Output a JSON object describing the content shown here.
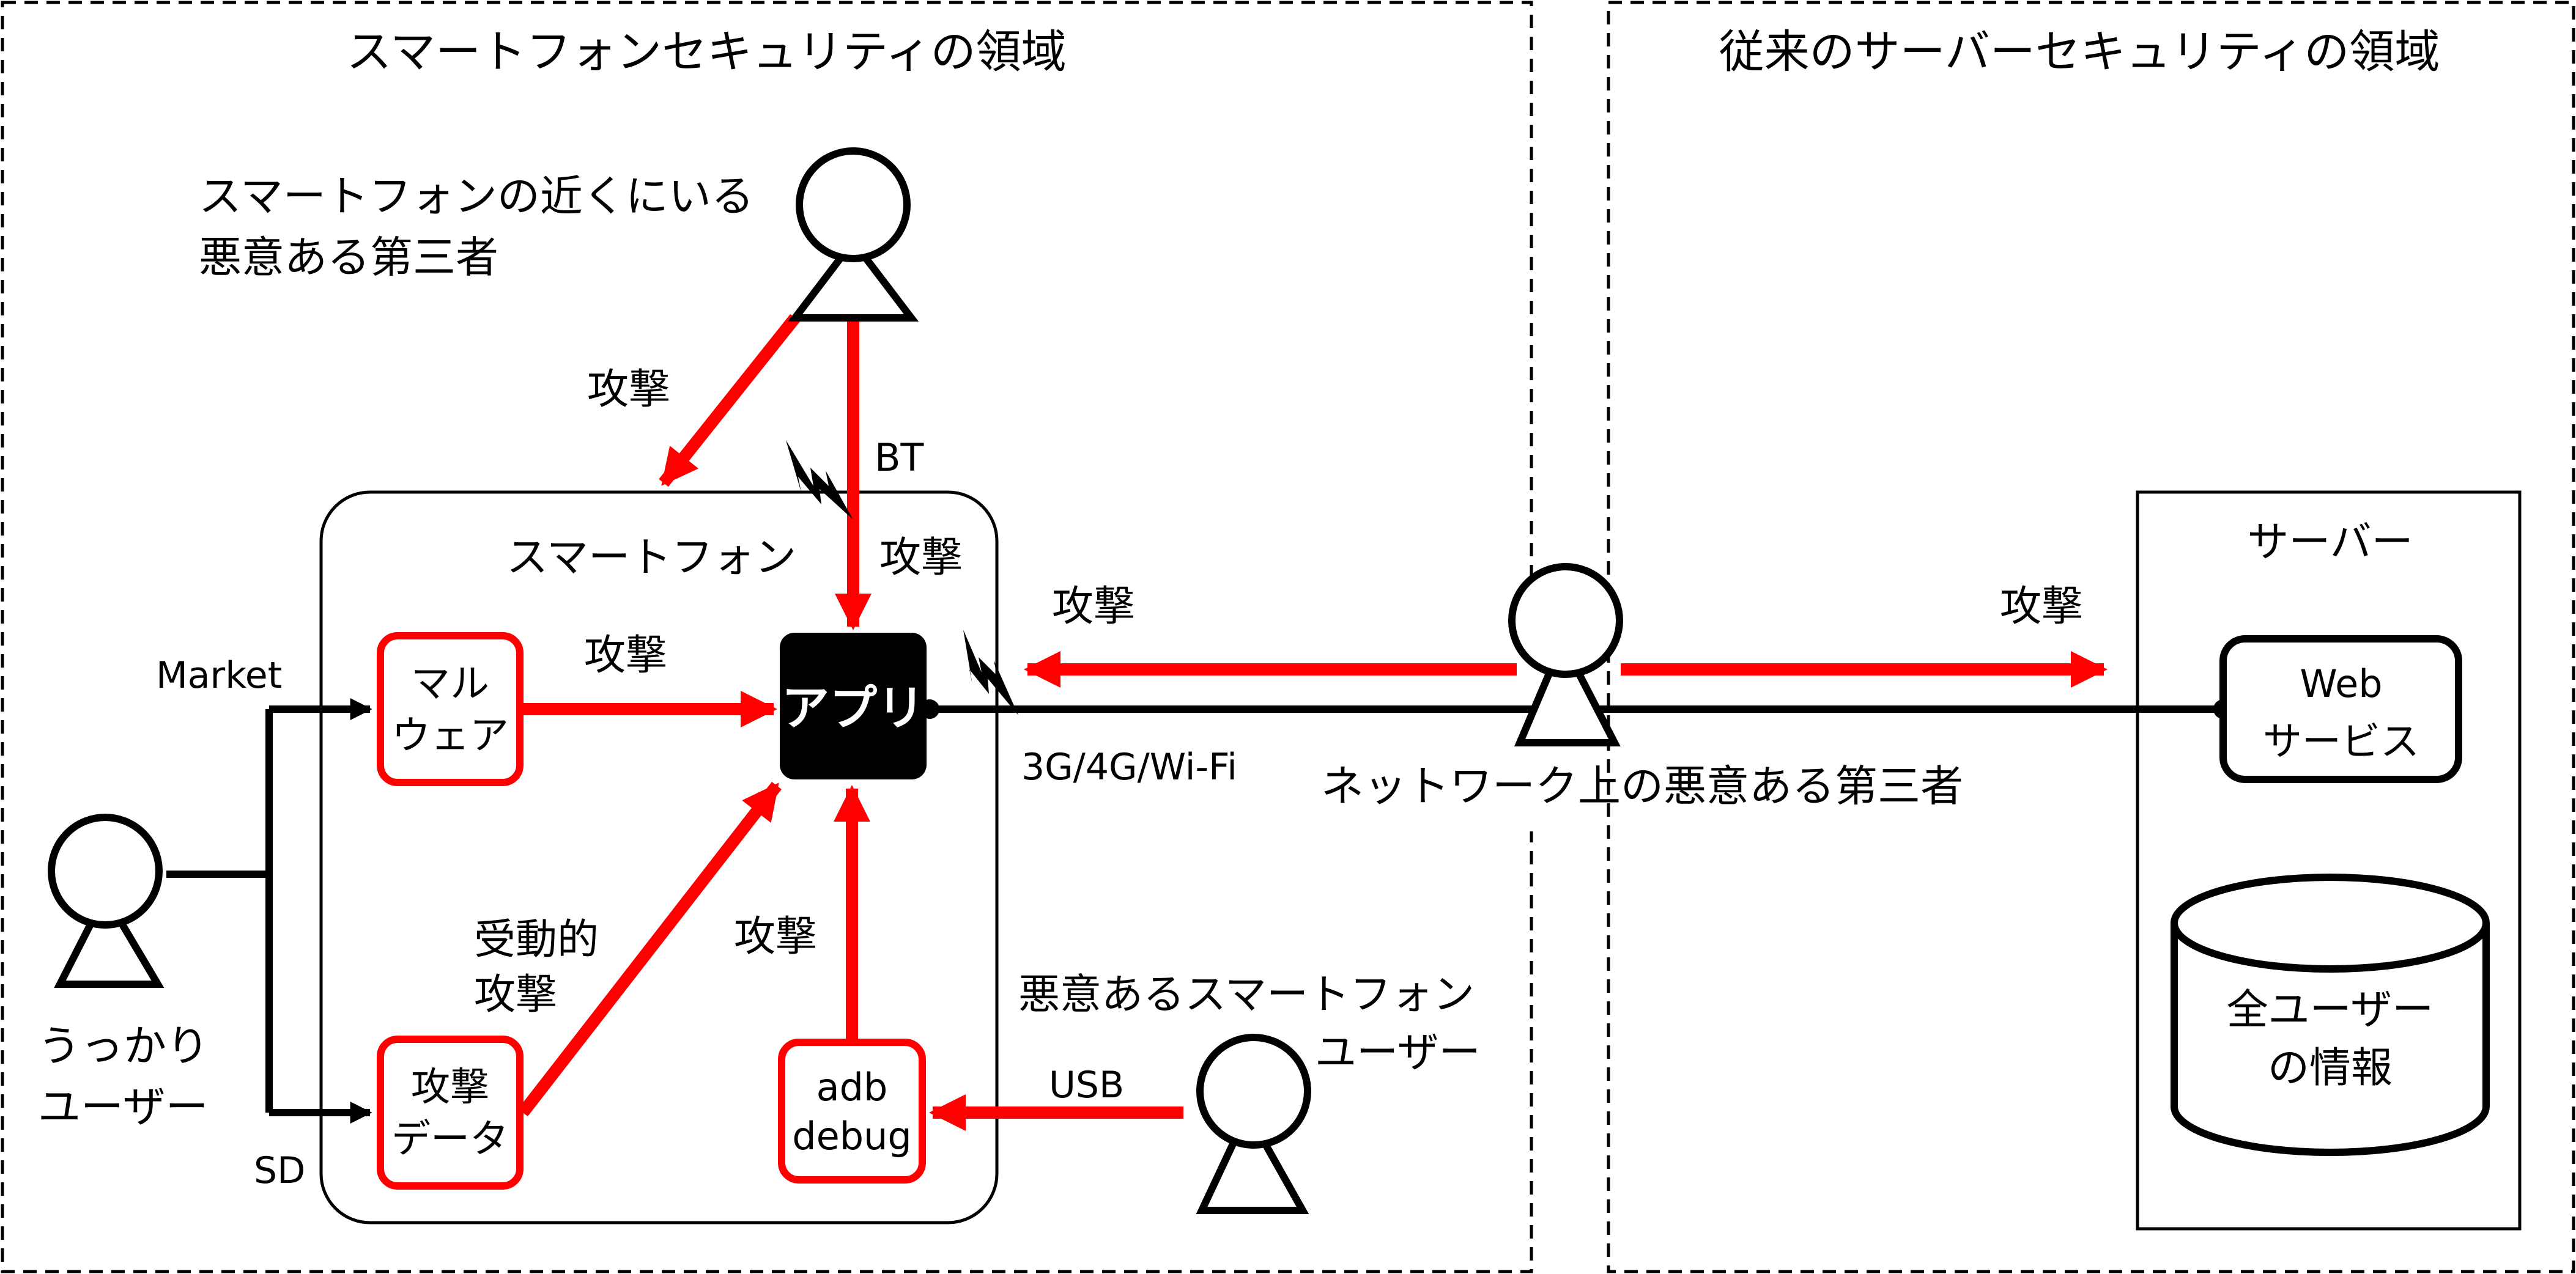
{
  "regions": {
    "smartphone_title": "スマートフォンセキュリティの領域",
    "server_title": "従来のサーバーセキュリティの領域"
  },
  "actors": {
    "nearby": {
      "line1": "スマートフォンの近くにいる",
      "line2": "悪意ある第三者"
    },
    "careless": {
      "line1": "うっかり",
      "line2": "ユーザー"
    },
    "malicious_user": {
      "line1": "悪意あるスマートフォン",
      "line2": "ユーザー"
    },
    "network": "ネットワーク上の悪意ある第三者"
  },
  "smartphone": {
    "title": "スマートフォン",
    "app": "アプリ",
    "malware": {
      "line1": "マル",
      "line2": "ウェア"
    },
    "attack_data": {
      "line1": "攻撃",
      "line2": "データ"
    },
    "adb": {
      "line1": "adb",
      "line2": "debug"
    }
  },
  "server": {
    "title": "サーバー",
    "web": {
      "line1": "Web",
      "line2": "サービス"
    },
    "db": {
      "line1": "全ユーザー",
      "line2": "の情報"
    }
  },
  "labels": {
    "attack": "攻撃",
    "passive_attack": {
      "line1": "受動的",
      "line2": "攻撃"
    },
    "bt": "BT",
    "market": "Market",
    "sd": "SD",
    "usb": "USB",
    "network": "3G/4G/Wi-Fi"
  },
  "colors": {
    "attack": "#ff0000",
    "line": "#000000",
    "app_bg": "#000000"
  },
  "icons": [
    "person-icon",
    "lightning-icon",
    "database-icon"
  ]
}
